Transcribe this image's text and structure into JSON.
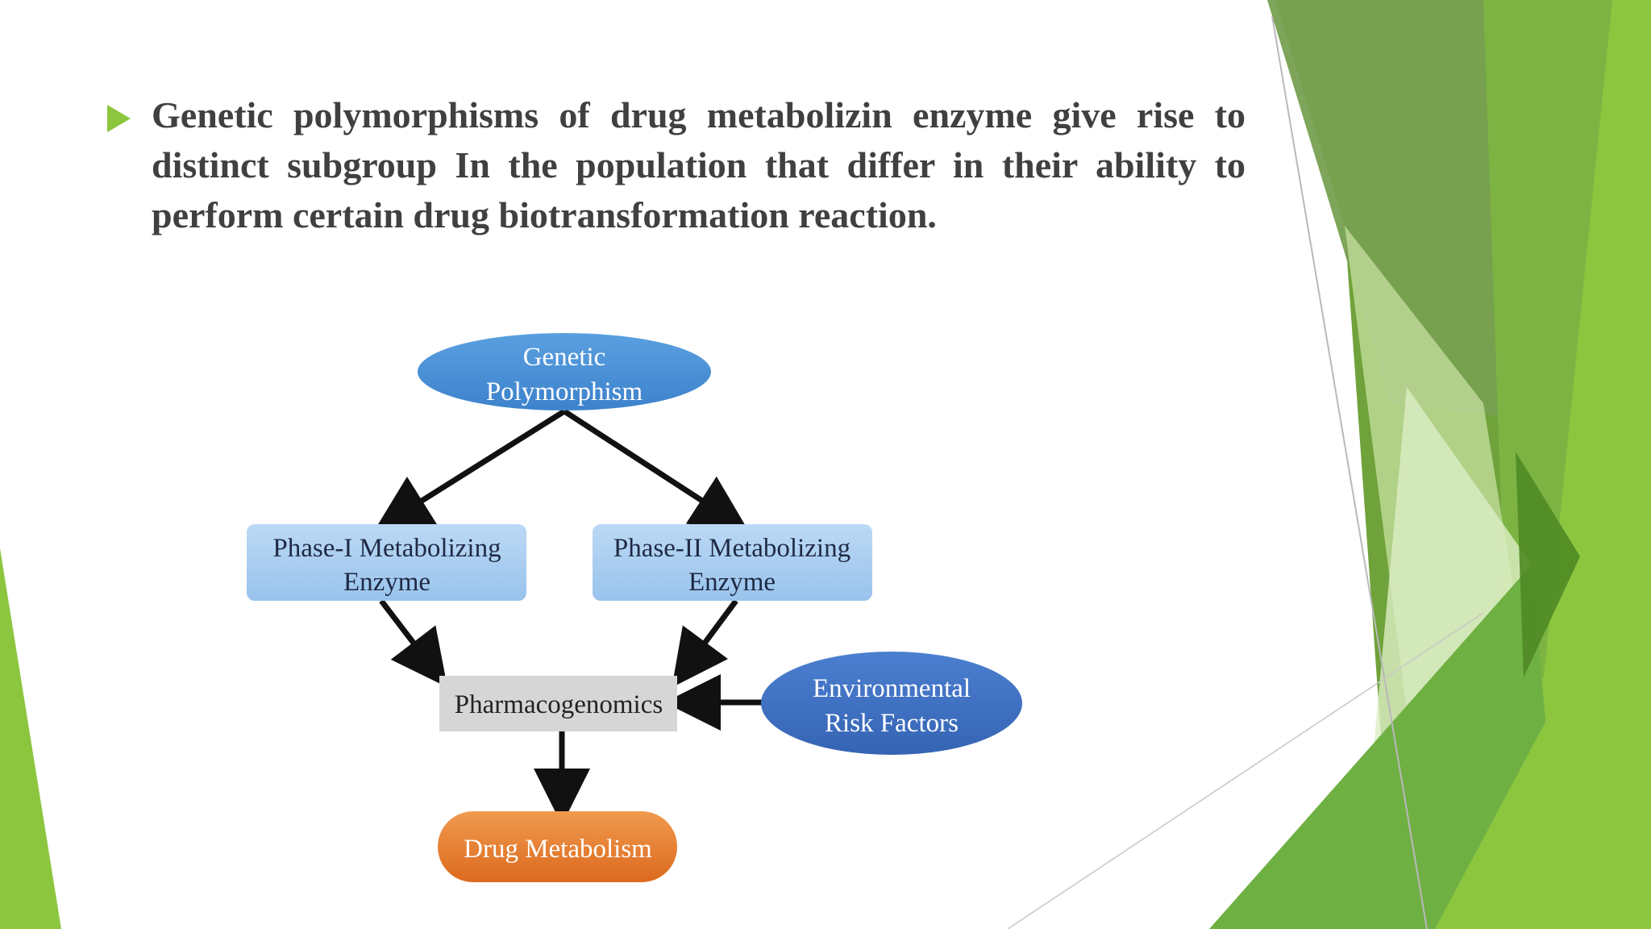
{
  "bullet": {
    "text": "Genetic polymorphisms of drug metabolizin enzyme give rise to distinct subgroup In the population that differ in their ability to perform certain drug biotransformation reaction."
  },
  "diagram": {
    "genetic_polymorphism": {
      "line1": "Genetic",
      "line2": "Polymorphism"
    },
    "phase1": {
      "line1": "Phase-I Metabolizing",
      "line2": "Enzyme"
    },
    "phase2": {
      "line1": "Phase-II Metabolizing",
      "line2": "Enzyme"
    },
    "pharmacogenomics": {
      "label": "Pharmacogenomics"
    },
    "environmental": {
      "line1": "Environmental",
      "line2": "Risk Factors"
    },
    "drug_metabolism": {
      "label": "Drug Metabolism"
    }
  },
  "colors": {
    "accent_green": "#8cc63f",
    "dark_green": "#5a8f2e",
    "ellipse_blue": "#4a8fd6",
    "box_light_blue": "#a9cdf0",
    "env_blue": "#3f6fc0",
    "pharmaco_gray": "#d6d6d6",
    "drug_orange": "#e2762a",
    "text_gray": "#404040"
  }
}
